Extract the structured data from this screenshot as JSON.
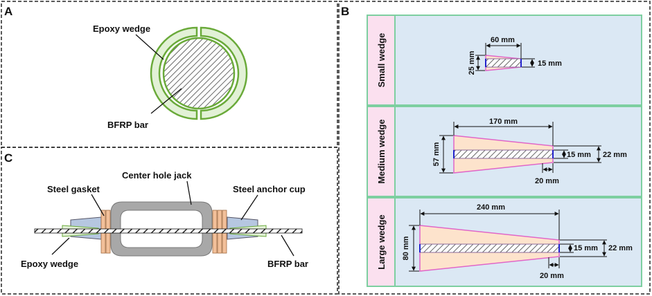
{
  "panels": {
    "a": {
      "letter": "A",
      "epoxy_label": "Epoxy wedge",
      "bar_label": "BFRP bar"
    },
    "b": {
      "letter": "B",
      "small": {
        "title": "Small wedge",
        "length": "60 mm",
        "height": "25 mm",
        "hole": "15 mm"
      },
      "medium": {
        "title": "Medium wedge",
        "length": "170 mm",
        "height": "57 mm",
        "hole": "15 mm",
        "outer": "22 mm",
        "tip": "20 mm"
      },
      "large": {
        "title": "Large wedge",
        "length": "240 mm",
        "height": "80 mm",
        "hole": "15 mm",
        "outer": "22 mm",
        "tip": "20 mm"
      }
    },
    "c": {
      "letter": "C",
      "jack_label": "Center hole jack",
      "gasket_label": "Steel gasket",
      "cup_label": "Steel anchor cup",
      "epoxy_label": "Epoxy wedge",
      "bar_label": "BFRP bar"
    }
  },
  "colors": {
    "wedge_fill": "#fde3cc",
    "wedge_stroke": "#e066c8",
    "box_fill": "#dbe8f4",
    "box_stroke": "#7dcfa0",
    "side_fill": "#fbe0ef",
    "ring_fill": "#e2f1d6",
    "ring_stroke": "#6aaa3a",
    "jack_fill": "#a8a8a8",
    "gasket_fill": "#f2c09a",
    "cup_fill": "#b6c7e0"
  }
}
